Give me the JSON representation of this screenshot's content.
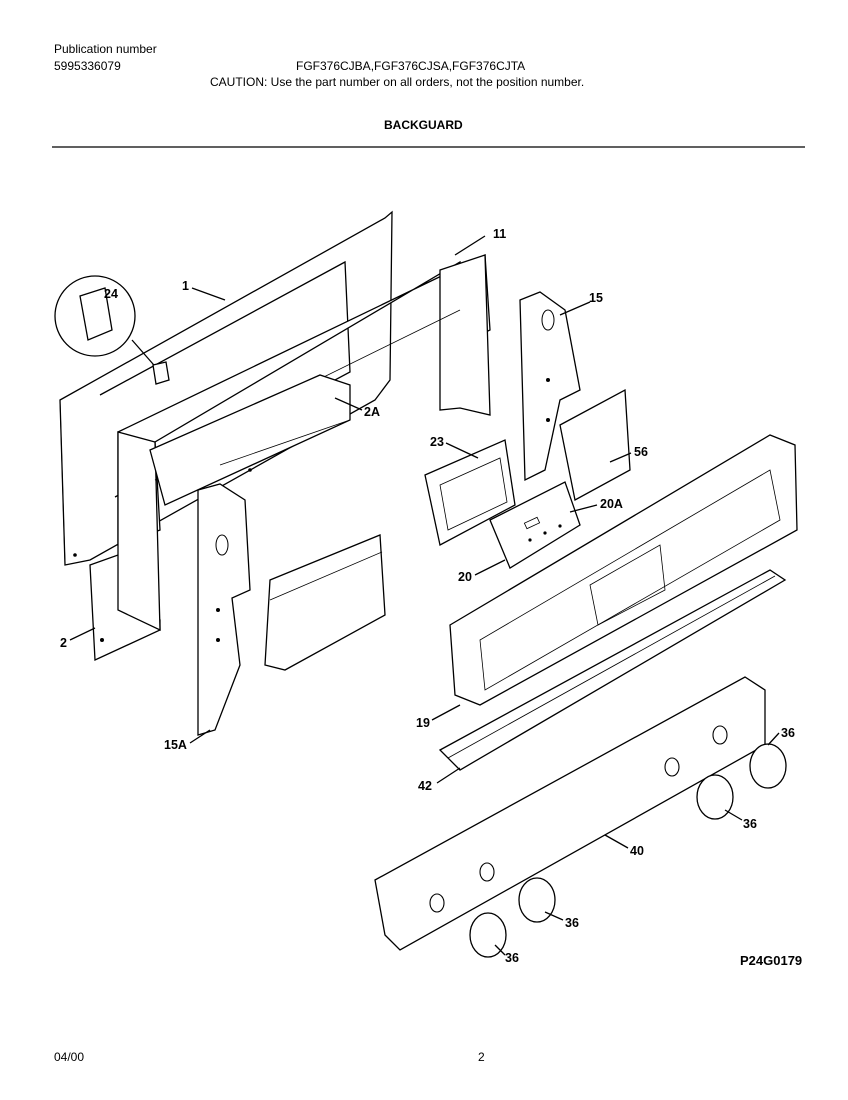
{
  "header": {
    "pub_label": "Publication number",
    "pub_number": "5995336079",
    "models": "FGF376CJBA,FGF376CJSA,FGF376CJTA",
    "caution": "CAUTION:  Use the part number on all orders, not the position number.",
    "section_title": "BACKGUARD"
  },
  "callouts": {
    "c1": "1",
    "c2": "2",
    "c2a": "2A",
    "c11": "11",
    "c15": "15",
    "c15a": "15A",
    "c19": "19",
    "c20": "20",
    "c20a": "20A",
    "c23": "23",
    "c24": "24",
    "c36a": "36",
    "c36b": "36",
    "c36c": "36",
    "c36d": "36",
    "c40": "40",
    "c42": "42",
    "c56": "56"
  },
  "figure_code": "P24G0179",
  "footer": {
    "date": "04/00",
    "page": "2"
  }
}
